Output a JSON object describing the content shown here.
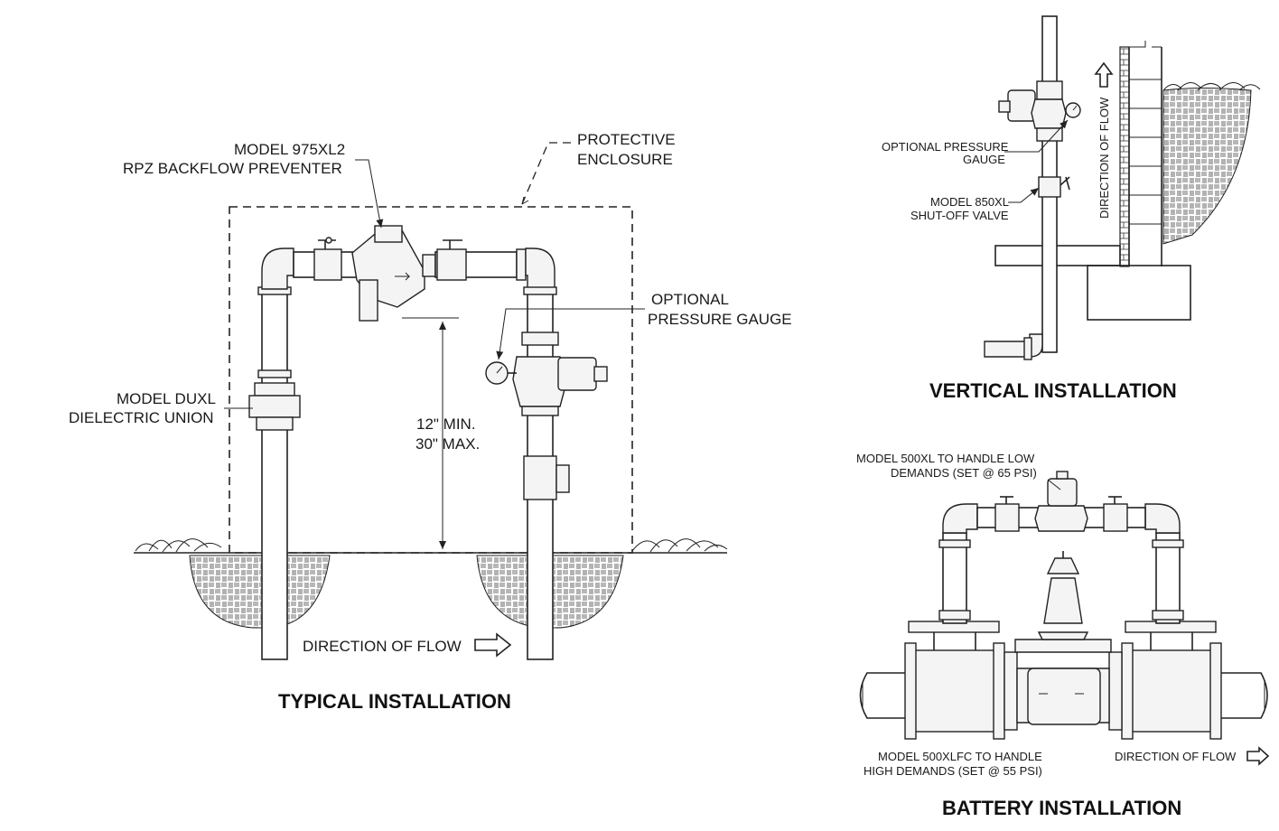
{
  "colors": {
    "line": "#222222",
    "background": "#ffffff",
    "text": "#1a1a1a"
  },
  "typical": {
    "title": "TYPICAL INSTALLATION",
    "model_975_line1": "MODEL 975XL2",
    "model_975_line2": "RPZ BACKFLOW PREVENTER",
    "enclosure_line1": "PROTECTIVE",
    "enclosure_line2": "ENCLOSURE",
    "gauge_line1": "OPTIONAL",
    "gauge_line2": "PRESSURE GAUGE",
    "union_line1": "MODEL DUXL",
    "union_line2": "DIELECTRIC UNION",
    "height_line1": "12\" MIN.",
    "height_line2": "30\" MAX.",
    "flow": "DIRECTION OF FLOW"
  },
  "vertical": {
    "title": "VERTICAL INSTALLATION",
    "gauge_line1": "OPTIONAL PRESSURE",
    "gauge_line2": "GAUGE",
    "valve_line1": "MODEL 850XL",
    "valve_line2": "SHUT-OFF VALVE",
    "flow": "DIRECTION OF FLOW"
  },
  "battery": {
    "title": "BATTERY INSTALLATION",
    "low_line1": "MODEL 500XL TO HANDLE LOW",
    "low_line2": "DEMANDS (SET @ 65 PSI)",
    "high_line1": "MODEL 500XLFC TO HANDLE",
    "high_line2": "HIGH DEMANDS (SET @ 55 PSI)",
    "flow": "DIRECTION OF FLOW"
  }
}
